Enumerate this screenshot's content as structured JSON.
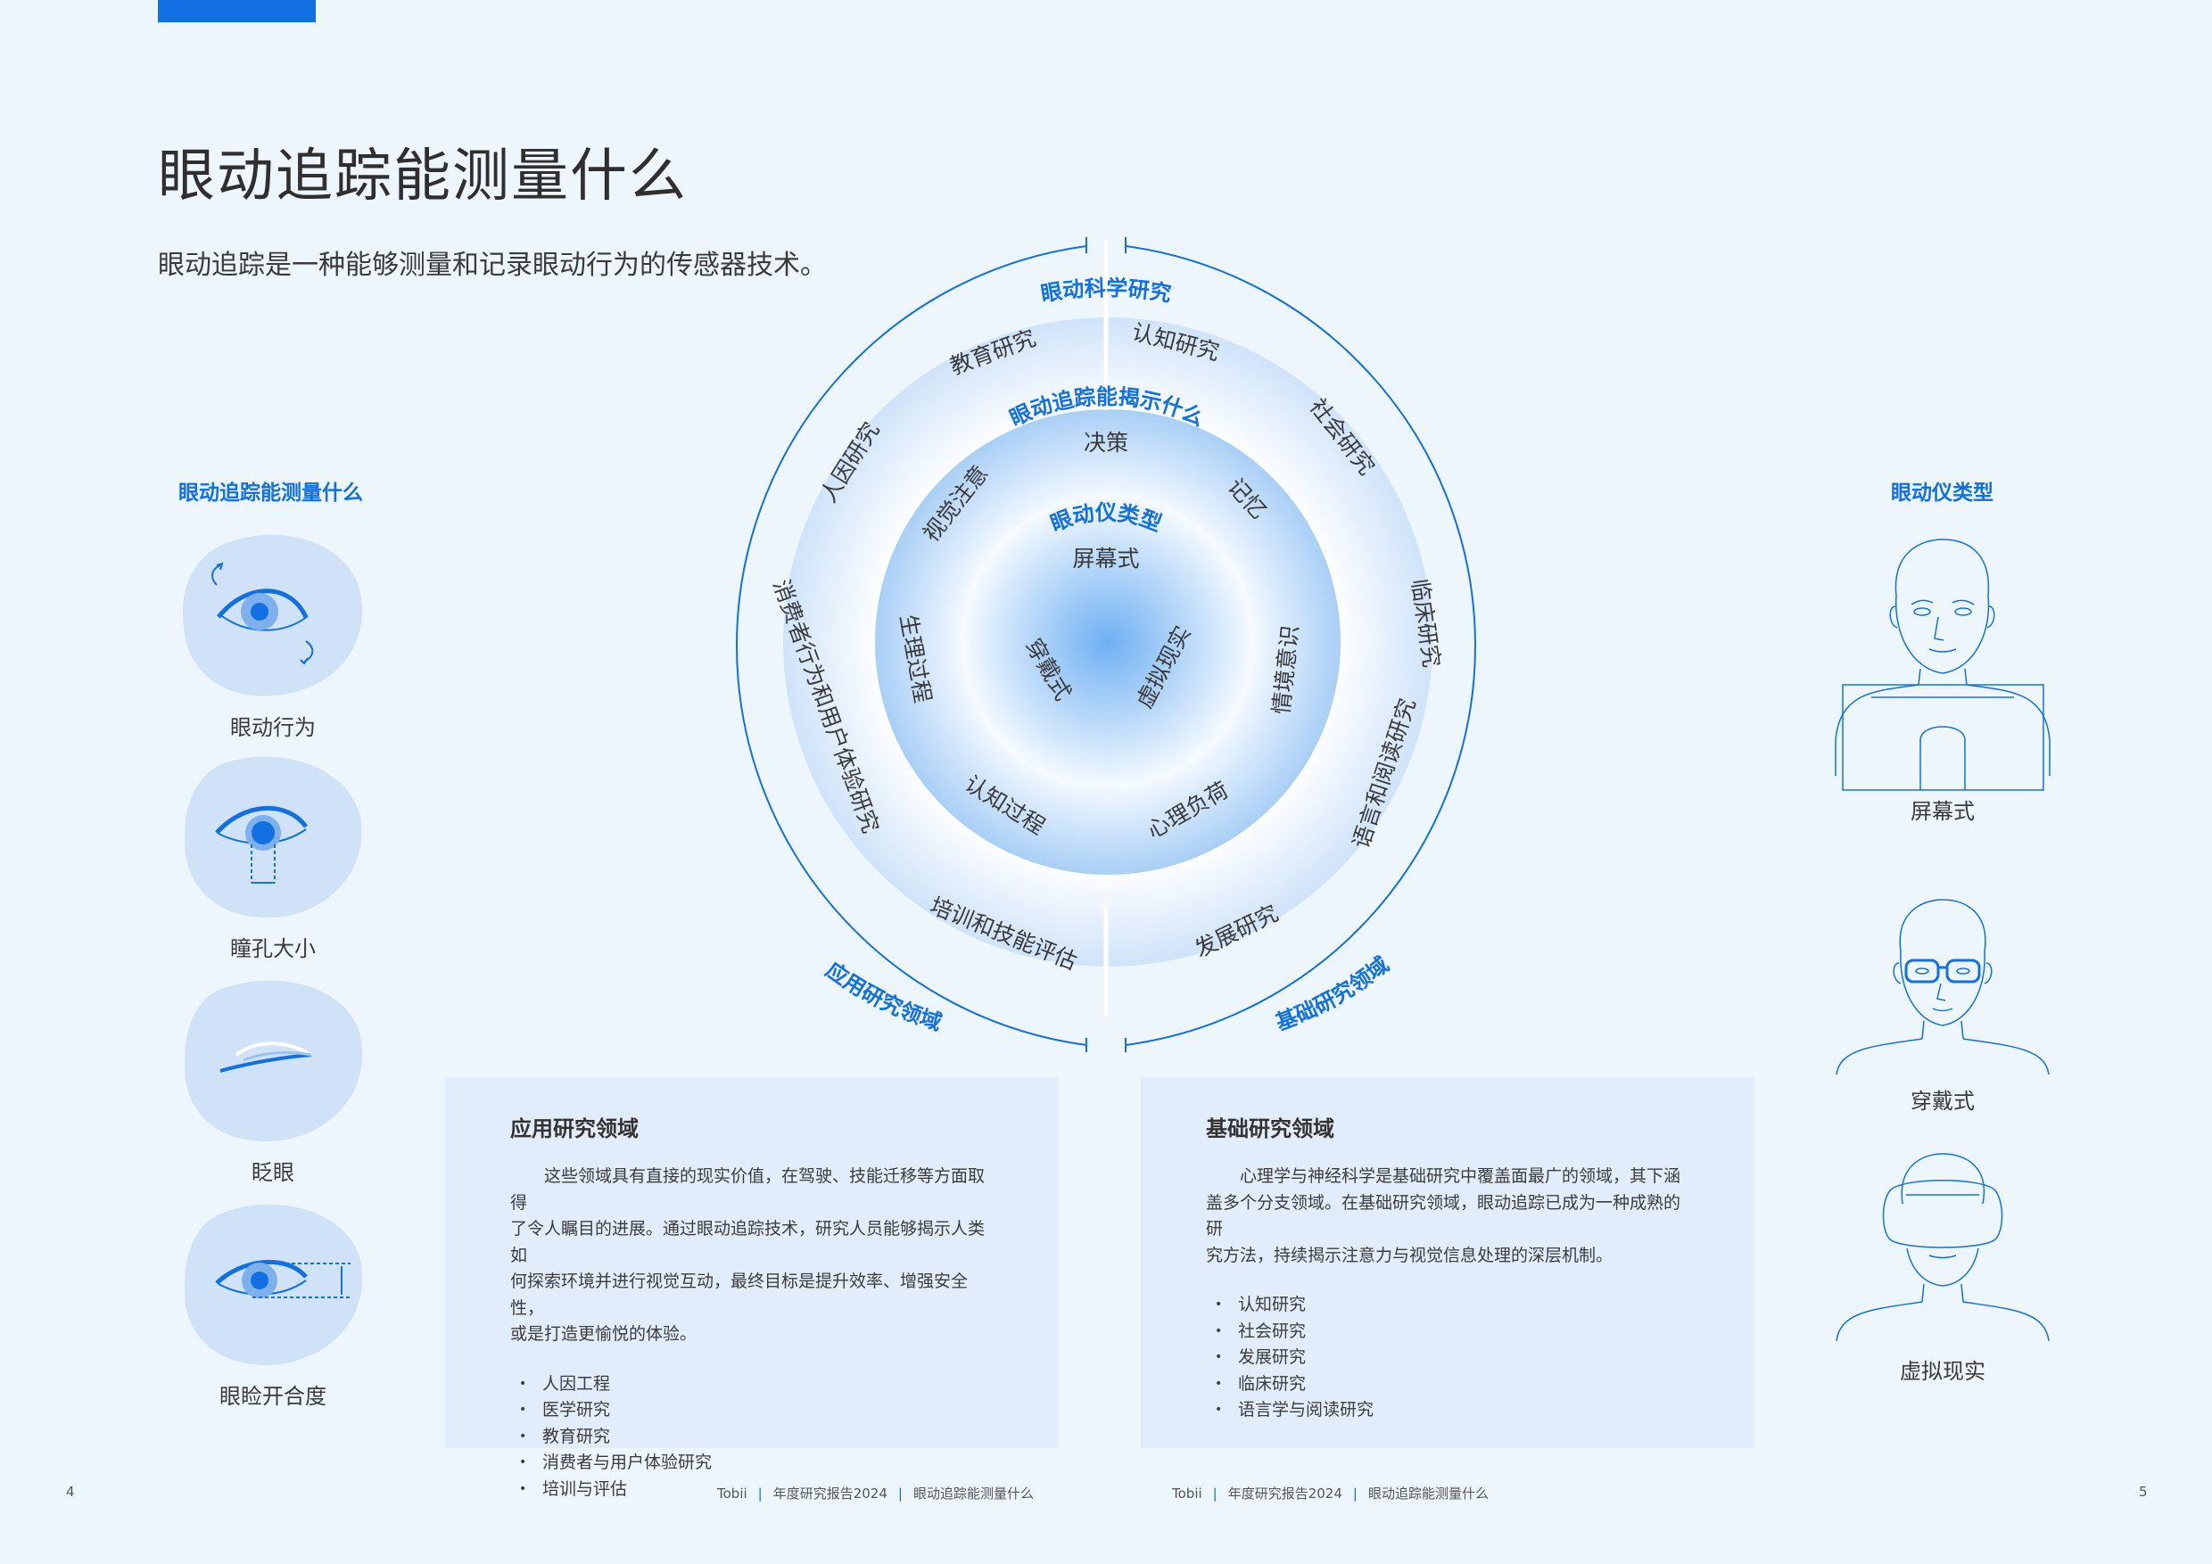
{
  "page": {
    "title": "眼动追踪能测量什么",
    "subtitle": "眼动追踪是一种能够测量和记录眼动行为的传感器技术。"
  },
  "left_column": {
    "heading": "眼动追踪能测量什么",
    "items": [
      {
        "label": "眼动行为",
        "icon": "eye-movement-icon"
      },
      {
        "label": "瞳孔大小",
        "icon": "pupil-size-icon"
      },
      {
        "label": "眨眼",
        "icon": "blink-icon"
      },
      {
        "label": "眼睑开合度",
        "icon": "eyelid-opening-icon"
      }
    ]
  },
  "right_column": {
    "heading": "眼动仪类型",
    "items": [
      {
        "label": "屏幕式",
        "icon": "screen-based-tracker-icon"
      },
      {
        "label": "穿戴式",
        "icon": "wearable-tracker-icon"
      },
      {
        "label": "虚拟现实",
        "icon": "vr-headset-icon"
      }
    ]
  },
  "wheel": {
    "outer_ring": {
      "heading_top": "眼动科学研究",
      "heading_bottom_left": "应用研究领域",
      "heading_bottom_right": "基础研究领域",
      "items": [
        "教育研究",
        "认知研究",
        "社会研究",
        "临床研究",
        "语言和阅读研究",
        "发展研究",
        "培训和技能评估",
        "消费者行为和用户体验研究",
        "人因研究"
      ]
    },
    "middle_ring": {
      "heading": "眼动追踪能揭示什么",
      "items": [
        "决策",
        "记忆",
        "情境意识",
        "心理负荷",
        "认知过程",
        "生理过程",
        "视觉注意"
      ]
    },
    "inner_circle": {
      "heading": "眼动仪类型",
      "items": [
        "屏幕式",
        "穿戴式",
        "虚拟现实"
      ]
    }
  },
  "panels": {
    "applied": {
      "title": "应用研究领域",
      "body_lines": [
        "这些领域具有直接的现实价值，在驾驶、技能迁移等方面取得",
        "了令人瞩目的进展。通过眼动追踪技术，研究人员能够揭示人类如",
        "何探索环境并进行视觉互动，最终目标是提升效率、增强安全性，",
        "或是打造更愉悦的体验。"
      ],
      "bullets": [
        "人因工程",
        "医学研究",
        "教育研究",
        "消费者与用户体验研究",
        "培训与评估"
      ]
    },
    "fundamental": {
      "title": "基础研究领域",
      "body_lines": [
        "心理学与神经科学是基础研究中覆盖面最广的领域，其下涵",
        "盖多个分支领域。在基础研究领域，眼动追踪已成为一种成熟的研",
        "究方法，持续揭示注意力与视觉信息处理的深层机制。"
      ],
      "bullets": [
        "认知研究",
        "社会研究",
        "发展研究",
        "临床研究",
        "语言学与阅读研究"
      ]
    }
  },
  "footer": {
    "left_page_number": "4",
    "right_page_number": "5",
    "left": {
      "brand": "Tobii",
      "report": "年度研究报告2024",
      "section": "眼动追踪能测量什么"
    },
    "right": {
      "brand": "Tobii",
      "report": "年度研究报告2024",
      "section": "眼动追踪能测量什么"
    }
  },
  "colors": {
    "accent": "#1270e3",
    "panel_bg": "#e1edfa",
    "page_bg": "#eef6fd"
  }
}
